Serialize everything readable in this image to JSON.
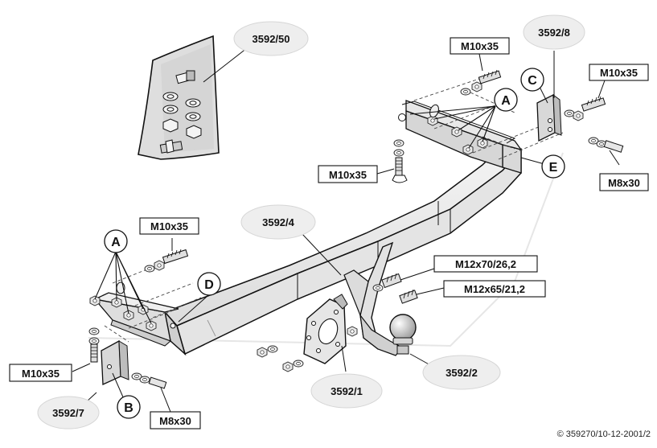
{
  "parts": {
    "kit": "3592/50",
    "crossbar": "3592/4",
    "ball": "3592/2",
    "plate": "3592/1",
    "bracket_left": "3592/7",
    "bracket_right": "3592/8"
  },
  "bolts": {
    "top_right": "M10x35",
    "right": "M10x35",
    "mid": "M10x35",
    "left": "M10x35",
    "bottom_left": "M10x35",
    "m8_right": "M8x30",
    "m8_left": "M8x30",
    "m12_a": "M12x70/26,2",
    "m12_b": "M12x65/21,2"
  },
  "letters": {
    "a_right": "A",
    "a_left": "A",
    "b": "B",
    "c": "C",
    "d": "D",
    "e": "E"
  },
  "copyright": "© 359270/10-12-2001/2"
}
